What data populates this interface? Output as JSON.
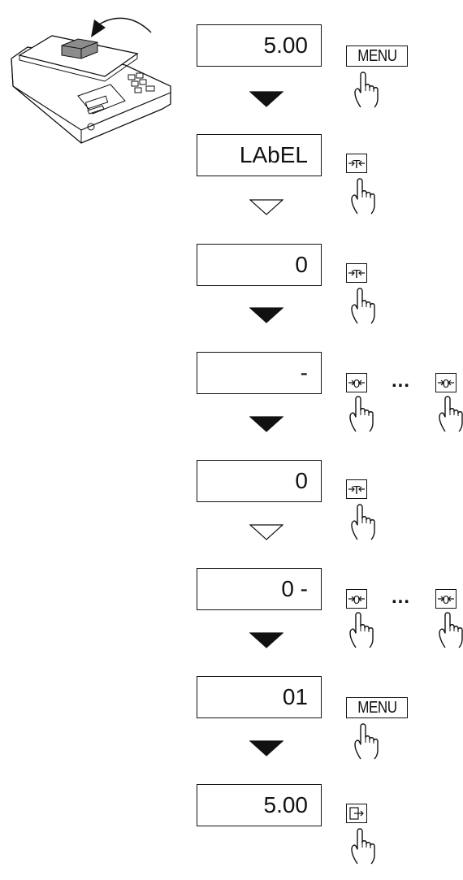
{
  "steps": [
    {
      "display": "5.00",
      "key": "MENU",
      "key_icon": "menu-text-key",
      "arrow": "filled"
    },
    {
      "display": "LAbEL",
      "key": "",
      "key_icon": "tare-key",
      "arrow": "outline"
    },
    {
      "display": "0",
      "key": "",
      "key_icon": "tare-key",
      "arrow": "filled"
    },
    {
      "display": "-",
      "key": "",
      "key_icon": "zero-key-range",
      "arrow": "filled",
      "ellipsis": "..."
    },
    {
      "display": "0",
      "key": "",
      "key_icon": "tare-key",
      "arrow": "outline"
    },
    {
      "display": "0 -",
      "key": "",
      "key_icon": "zero-key-range",
      "arrow": "filled",
      "ellipsis": "..."
    },
    {
      "display": "01",
      "key": "MENU",
      "key_icon": "menu-text-key",
      "arrow": "filled"
    },
    {
      "display": "5.00",
      "key": "",
      "key_icon": "print-key",
      "arrow": ""
    }
  ],
  "colors": {
    "ink": "#111111",
    "paper": "#ffffff",
    "box": "#8c8c8c"
  }
}
